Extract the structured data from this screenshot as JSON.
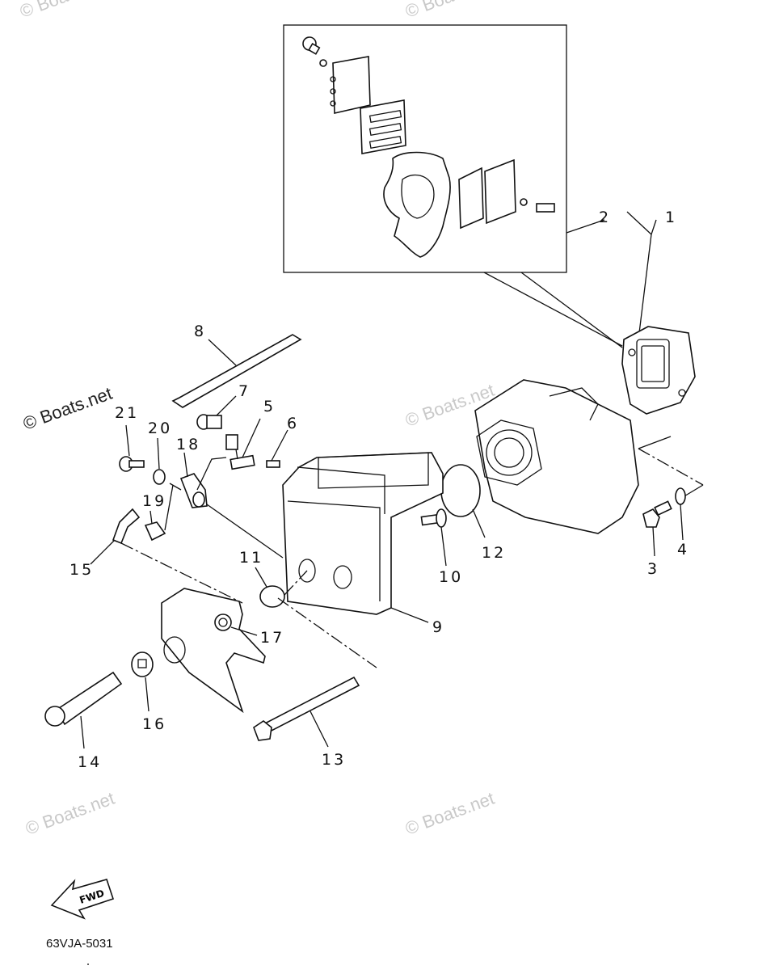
{
  "watermarks": {
    "top_left": "© Boats.net",
    "top_center": "© Boats.net",
    "mid_left": "© Boats.net",
    "mid_center": "© Boats.net",
    "bottom_left": "© Boats.net",
    "bottom_center": "© Boats.net"
  },
  "callouts": [
    "1",
    "2",
    "3",
    "4",
    "5",
    "6",
    "7",
    "8",
    "9",
    "10",
    "11",
    "12",
    "13",
    "14",
    "15",
    "16",
    "17",
    "18",
    "19",
    "20",
    "21"
  ],
  "fwd_label": "FWD",
  "diagram_code": "63VJA-5031"
}
